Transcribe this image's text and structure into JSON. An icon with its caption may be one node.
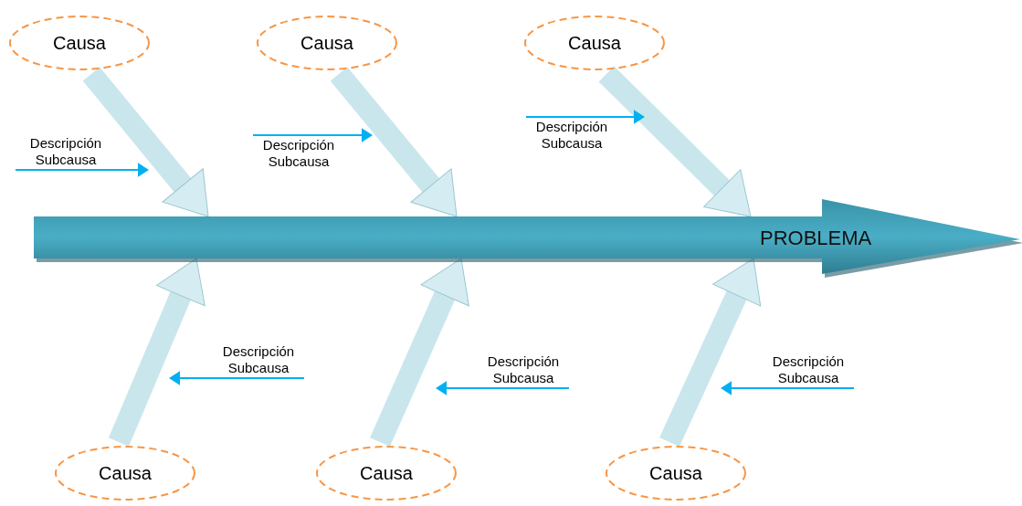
{
  "diagram": {
    "nodes": [
      {
        "text": [
          "Causa"
        ]
      },
      {
        "text": [
          "Causa"
        ]
      },
      {
        "text": [
          "Causa"
        ]
      },
      {
        "text": [
          "PROBLEMA"
        ]
      },
      {
        "text": [
          "Causa"
        ]
      },
      {
        "text": [
          "Causa"
        ]
      },
      {
        "text": [
          "Causa"
        ]
      },
      {
        "text": [
          "Descripción Subcausa"
        ]
      },
      {
        "text": [
          "Descripción Subcausa"
        ]
      },
      {
        "text": [
          "Descripción Subcausa"
        ]
      },
      {
        "text": [
          "Descripción Subcausa"
        ]
      },
      {
        "text": [
          "Descripción Subcausa"
        ]
      },
      {
        "text": [
          "Descripción Subcausa"
        ]
      }
    ],
    "edges": [
      {
        "from": 0,
        "to": 3,
        "arrow": "to",
        "style": "thick"
      },
      {
        "from": 1,
        "to": 3,
        "arrow": "to",
        "style": "thick"
      },
      {
        "from": 2,
        "to": 3,
        "arrow": "to",
        "style": "thick"
      },
      {
        "from": 4,
        "to": 3,
        "arrow": "to",
        "style": "thick"
      },
      {
        "from": 5,
        "to": 3,
        "arrow": "to",
        "style": "thick"
      },
      {
        "from": 6,
        "to": 3,
        "arrow": "to",
        "style": "thick"
      },
      {
        "from": 7,
        "to": null,
        "arrow": "to",
        "color": "#00b0f0"
      },
      {
        "from": 8,
        "to": null,
        "arrow": "to",
        "color": "#00b0f0"
      },
      {
        "from": 9,
        "to": null,
        "arrow": "to",
        "color": "#00b0f0"
      },
      {
        "from": 10,
        "to": null,
        "arrow": "to",
        "color": "#00b0f0"
      },
      {
        "from": 11,
        "to": null,
        "arrow": "to",
        "color": "#00b0f0"
      },
      {
        "from": 12,
        "to": null,
        "arrow": "to",
        "color": "#00b0f0"
      }
    ]
  }
}
